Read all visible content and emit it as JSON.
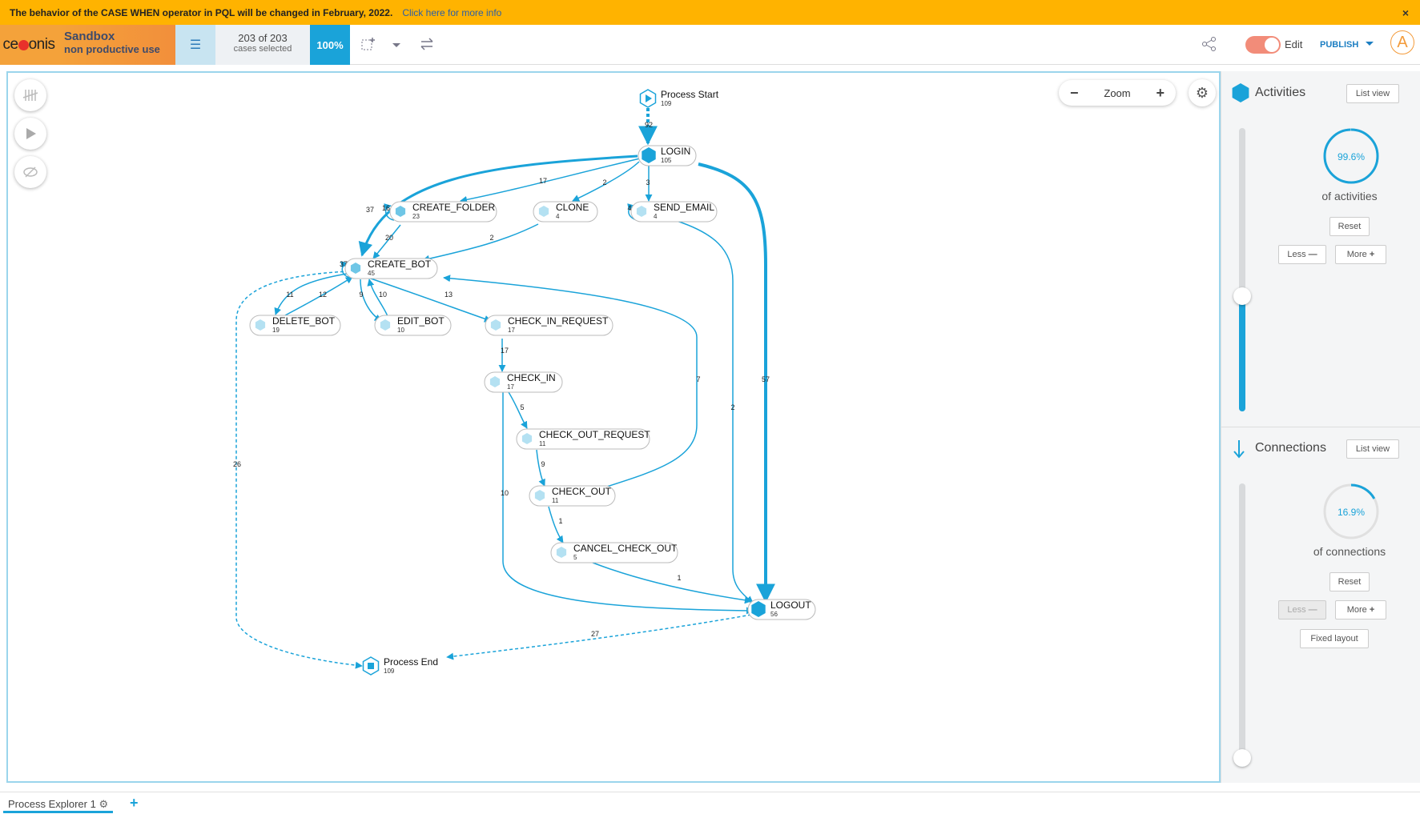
{
  "banner": {
    "message": "The behavior of the CASE WHEN operator in PQL will be changed in February, 2022.",
    "link": "Click here for more info",
    "close_glyph": "×"
  },
  "header": {
    "logo_text_pre": "ce",
    "logo_text_post": "onis",
    "sandbox_title": "Sandbox",
    "sandbox_sub": "non productive use",
    "cases_count": "203 of 203",
    "cases_label": "cases selected",
    "selection_pct": "100%",
    "edit_label": "Edit",
    "publish_label": "PUBLISH",
    "avatar_letter": "A",
    "accent": "#1aa3d9"
  },
  "canvas": {
    "zoom_label": "Zoom",
    "zoom_minus": "−",
    "zoom_plus": "+"
  },
  "graph": {
    "nodes": [
      {
        "id": "start",
        "label": "Process Start",
        "count": "109",
        "kind": "start"
      },
      {
        "id": "login",
        "label": "LOGIN",
        "count": "105",
        "kind": "dark"
      },
      {
        "id": "create_folder",
        "label": "CREATE_FOLDER",
        "count": "23",
        "kind": "mid"
      },
      {
        "id": "clone",
        "label": "CLONE",
        "count": "4",
        "kind": "light"
      },
      {
        "id": "send_email",
        "label": "SEND_EMAIL",
        "count": "4",
        "kind": "light"
      },
      {
        "id": "create_bot",
        "label": "CREATE_BOT",
        "count": "45",
        "kind": "mid"
      },
      {
        "id": "delete_bot",
        "label": "DELETE_BOT",
        "count": "19",
        "kind": "light"
      },
      {
        "id": "edit_bot",
        "label": "EDIT_BOT",
        "count": "10",
        "kind": "light"
      },
      {
        "id": "check_in_request",
        "label": "CHECK_IN_REQUEST",
        "count": "17",
        "kind": "light"
      },
      {
        "id": "check_in",
        "label": "CHECK_IN",
        "count": "17",
        "kind": "light"
      },
      {
        "id": "check_out_request",
        "label": "CHECK_OUT_REQUEST",
        "count": "11",
        "kind": "light"
      },
      {
        "id": "check_out",
        "label": "CHECK_OUT",
        "count": "11",
        "kind": "light"
      },
      {
        "id": "cancel_check_out",
        "label": "CANCEL_CHECK_OUT",
        "count": "5",
        "kind": "light"
      },
      {
        "id": "logout",
        "label": "LOGOUT",
        "count": "56",
        "kind": "dark"
      },
      {
        "id": "end",
        "label": "Process End",
        "count": "109",
        "kind": "end"
      }
    ],
    "edges": [
      {
        "from": "start",
        "to": "login",
        "label": "92"
      },
      {
        "from": "login",
        "to": "create_folder",
        "label": "17"
      },
      {
        "from": "login",
        "to": "clone",
        "label": "2"
      },
      {
        "from": "login",
        "to": "send_email",
        "label": "3"
      },
      {
        "from": "login",
        "to": "create_bot",
        "label": "37"
      },
      {
        "from": "login",
        "to": "logout",
        "label": "57"
      },
      {
        "from": "create_folder",
        "to": "create_folder",
        "label": "16"
      },
      {
        "from": "send_email",
        "to": "send_email",
        "label": "4"
      },
      {
        "from": "create_folder",
        "to": "create_bot",
        "label": "20"
      },
      {
        "from": "clone",
        "to": "create_bot",
        "label": "2"
      },
      {
        "from": "create_bot",
        "to": "create_bot",
        "label": "37"
      },
      {
        "from": "create_bot",
        "to": "delete_bot",
        "label": "11"
      },
      {
        "from": "delete_bot",
        "to": "create_bot",
        "label": "12"
      },
      {
        "from": "create_bot",
        "to": "edit_bot",
        "label": "9"
      },
      {
        "from": "edit_bot",
        "to": "create_bot",
        "label": "10"
      },
      {
        "from": "create_bot",
        "to": "check_in_request",
        "label": "13"
      },
      {
        "from": "check_out",
        "to": "create_bot",
        "label": "7"
      },
      {
        "from": "create_bot",
        "to": "end",
        "label": "26"
      },
      {
        "from": "check_in_request",
        "to": "check_in",
        "label": "17"
      },
      {
        "from": "check_in",
        "to": "check_out_request",
        "label": "5"
      },
      {
        "from": "check_in",
        "to": "logout",
        "label": "10"
      },
      {
        "from": "check_out_request",
        "to": "check_out",
        "label": "9"
      },
      {
        "from": "check_out",
        "to": "cancel_check_out",
        "label": "1"
      },
      {
        "from": "cancel_check_out",
        "to": "logout",
        "label": "1"
      },
      {
        "from": "send_email",
        "to": "logout",
        "label": "2"
      },
      {
        "from": "logout",
        "to": "end",
        "label": "27"
      }
    ]
  },
  "activities": {
    "title": "Activities",
    "list_view": "List view",
    "percent_value": 99.6,
    "percent_text": "99.6%",
    "of_label": "of activities",
    "reset": "Reset",
    "less": "Less",
    "more": "More",
    "slider_level": 0.4
  },
  "connections": {
    "title": "Connections",
    "list_view": "List view",
    "percent_value": 16.9,
    "percent_text": "16.9%",
    "of_label": "of connections",
    "reset": "Reset",
    "less": "Less",
    "more": "More",
    "fixed_layout": "Fixed layout",
    "slider_level": 0.0
  },
  "footer": {
    "tab_label": "Process Explorer 1",
    "add_glyph": "+"
  }
}
